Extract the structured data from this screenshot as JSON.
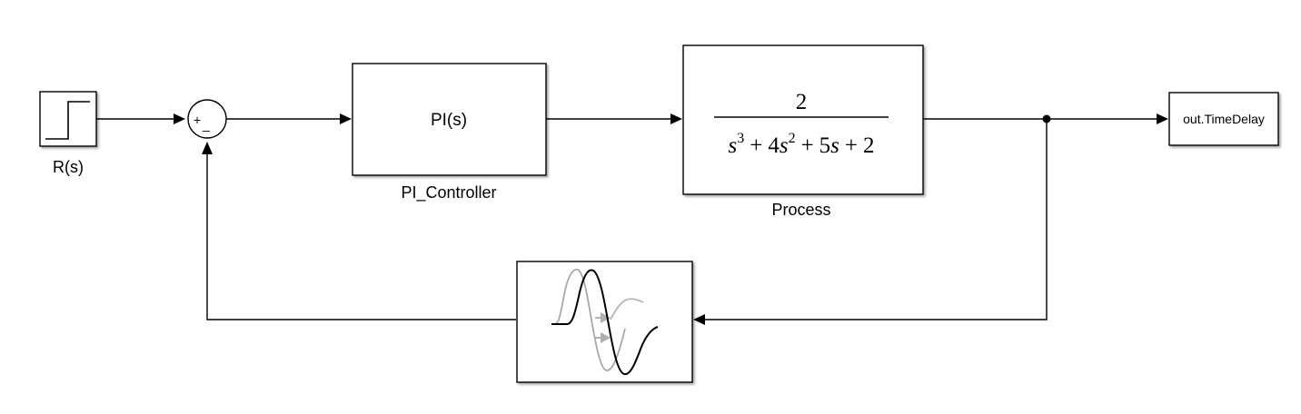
{
  "blocks": {
    "step": {
      "label": "R(s)"
    },
    "sum": {
      "plus_sign": "+",
      "minus_sign": "_"
    },
    "controller": {
      "text": "PI(s)",
      "label": "PI_Controller"
    },
    "process": {
      "numerator": "2",
      "denominator": {
        "t1_var": "s",
        "t1_exp": "3",
        "op1": "+",
        "t2_coef": "4",
        "t2_var": "s",
        "t2_exp": "2",
        "op2": "+",
        "t3_coef": "5",
        "t3_var": "s",
        "op3": "+",
        "t4": "2"
      },
      "label": "Process"
    },
    "scope_out": {
      "text": "out.TimeDelay"
    },
    "delay": {
      "icon": "transport-delay-wave-icon"
    }
  }
}
